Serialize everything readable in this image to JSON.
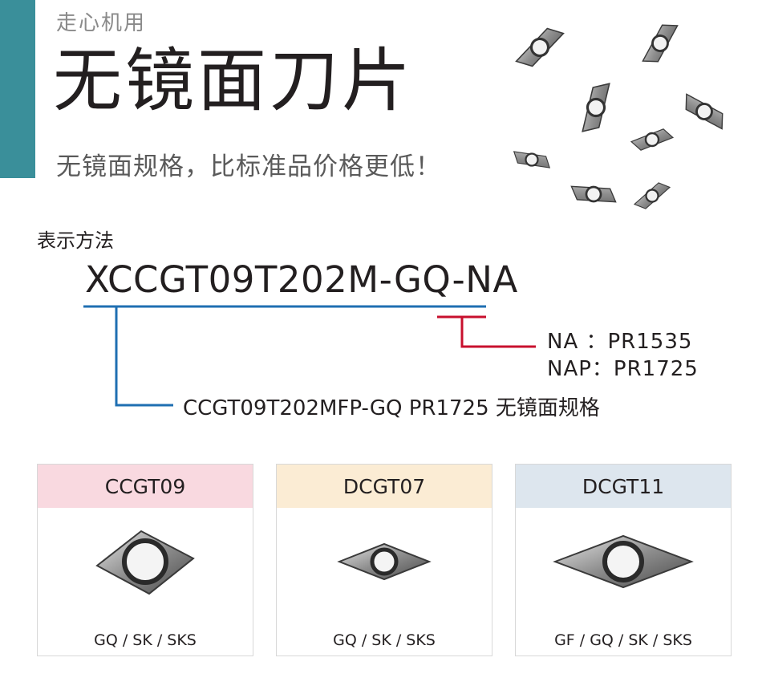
{
  "header": {
    "category": "走心机用",
    "title": "无镜面刀片",
    "tagline": "无镜面规格，比标准品价格更低！"
  },
  "notation": {
    "label": "表示方法",
    "code": "XCCGT09T202M-GQ-NA",
    "grade_lines": [
      "NA  ：PR1535",
      "NAP：PR1725"
    ],
    "description": "CCGT09T202MFP-GQ PR1725 无镜面规格"
  },
  "colors": {
    "accent_bar": "#3a8f9a",
    "blue_line": "#1f6fb2",
    "red_line": "#c8102e",
    "card1_head": "#f9d9e0",
    "card2_head": "#fbecd4",
    "card3_head": "#dde6ee"
  },
  "cards": [
    {
      "title": "CCGT09",
      "variants": "GQ / SK / SKS",
      "icon": "ccgt-insert-icon"
    },
    {
      "title": "DCGT07",
      "variants": "GQ / SK / SKS",
      "icon": "dcgt07-insert-icon"
    },
    {
      "title": "DCGT11",
      "variants": "GF / GQ / SK / SKS",
      "icon": "dcgt11-insert-icon"
    }
  ]
}
